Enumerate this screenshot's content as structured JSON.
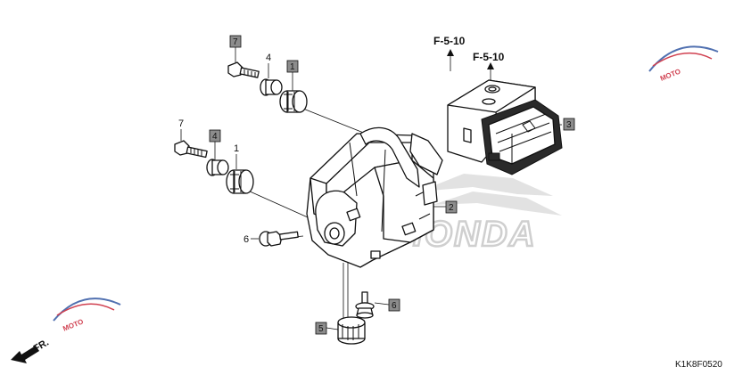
{
  "callouts": {
    "c1_top": "1",
    "c1_left": "1",
    "c2": "2",
    "c3": "3",
    "c4_top": "4",
    "c4_left": "4",
    "c5": "5",
    "c6_left": "6",
    "c6_bottom": "6",
    "c7_top": "7",
    "c7_left": "7"
  },
  "references": {
    "ref_a": "F-5-10",
    "ref_b": "F-5-10"
  },
  "front_marker": "FR.",
  "diagram_code": "K1K8F0520",
  "watermark": {
    "brand_text": "HONDA",
    "logo_text": "MOTO"
  },
  "colors": {
    "line": "#111111",
    "watermark_gray": "#d8d8d8",
    "logo_red": "#d04050",
    "logo_blue": "#5070b0",
    "callout_fill": "#8c8c8c"
  }
}
